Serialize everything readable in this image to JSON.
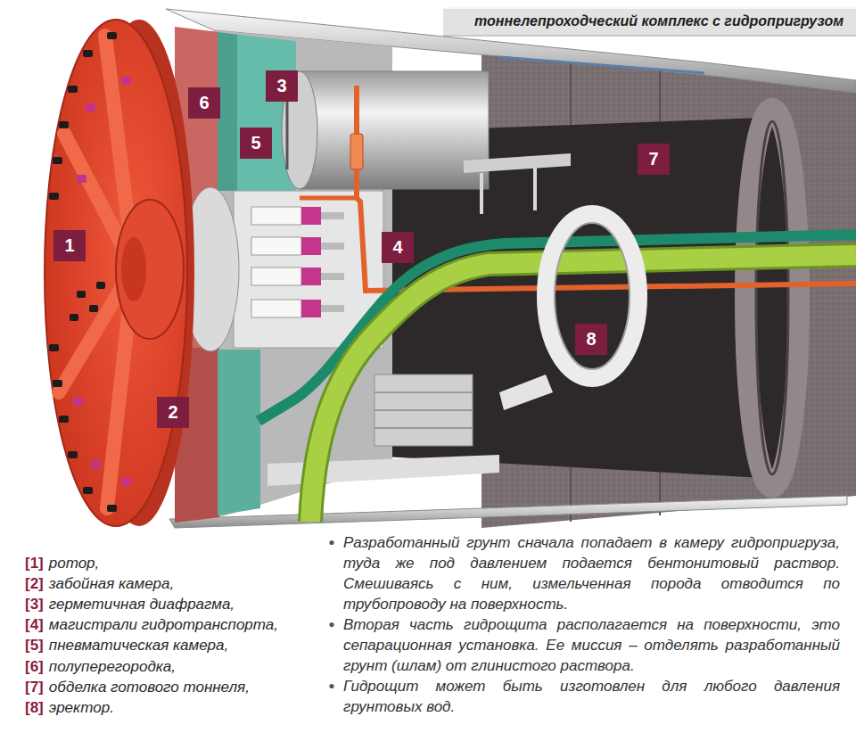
{
  "diagram": {
    "title": "тоннелепроходческий комплекс с гидропригрузом",
    "nodes": [
      {
        "text": [
          "1"
        ]
      },
      {
        "text": [
          "2"
        ]
      },
      {
        "text": [
          "3"
        ]
      },
      {
        "text": [
          "4"
        ]
      },
      {
        "text": [
          "5"
        ]
      },
      {
        "text": [
          "6"
        ]
      },
      {
        "text": [
          "7"
        ]
      },
      {
        "text": [
          "8"
        ]
      }
    ],
    "labels": [
      "[1]",
      "ротор,",
      "[2]",
      "забойная камера,",
      "[3]",
      "герметичная диафрагма,",
      "[4]",
      "магистрали гидротранспорта,",
      "[5]",
      "пневматическая камера,",
      "[6]",
      "полуперегородка,",
      "[7]",
      "обделка готового тоннеля,",
      "[8]",
      "эректор.",
      "Разработанный грунт сначала попадает в камеру гидропригруза, туда же под давлением подается бентонитовый раствор. Смешиваясь с ним, измельченная порода отводится по трубопроводу на поверхность.",
      "Вторая часть гидрощита располагается на поверхности, это сепарационная установка. Ее миссия – отделять разработанный грунт (шлам) от глинистого раствора.",
      "Гидрощит может быть изготовлен для любого давления грунтовых вод."
    ]
  }
}
